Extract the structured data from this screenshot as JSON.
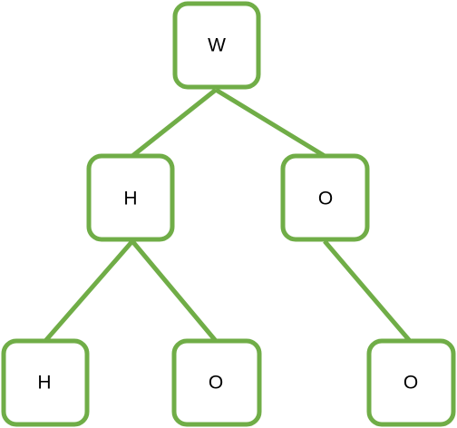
{
  "colors": {
    "stroke": "#70ad47",
    "background": "#ffffff",
    "text": "#000000"
  },
  "tree": {
    "root": {
      "label": "W"
    },
    "level2": [
      {
        "label": "H"
      },
      {
        "label": "O"
      }
    ],
    "level3": [
      {
        "label": "H"
      },
      {
        "label": "O"
      },
      {
        "label": "O"
      }
    ]
  }
}
